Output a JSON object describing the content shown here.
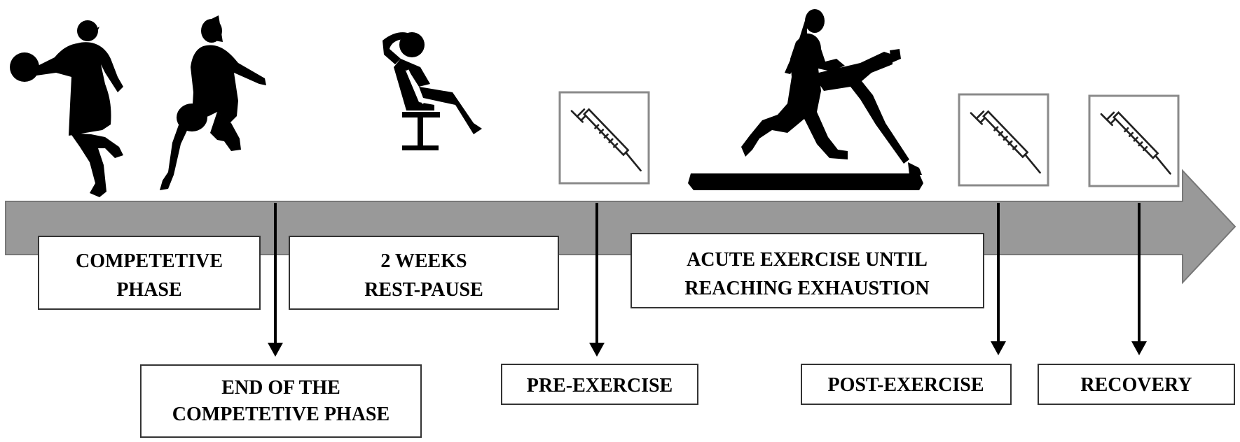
{
  "colors": {
    "timeline_arrow": "#999999",
    "timeline_arrow_edge": "#777777",
    "silhouette": "#000000",
    "box_border": "#333333",
    "syringe_frame": "#8a8a8a"
  },
  "icons": {
    "players": "basketball-player-silhouette-icon",
    "rest": "reclining-person-chair-icon",
    "syringe": "syringe-icon",
    "treadmill": "treadmill-runner-icon"
  },
  "phases": [
    {
      "line1": "COMPETETIVE",
      "line2": "PHASE"
    },
    {
      "line1": "2 WEEKS",
      "line2": "REST-PAUSE"
    },
    {
      "line1": "ACUTE EXERCISE UNTIL",
      "line2": "REACHING EXHAUSTION"
    }
  ],
  "timepoints": [
    {
      "line1": "END OF THE",
      "line2": "COMPETETIVE PHASE"
    },
    {
      "line1": "PRE-EXERCISE"
    },
    {
      "line1": "POST-EXERCISE"
    },
    {
      "line1": "RECOVERY"
    }
  ]
}
